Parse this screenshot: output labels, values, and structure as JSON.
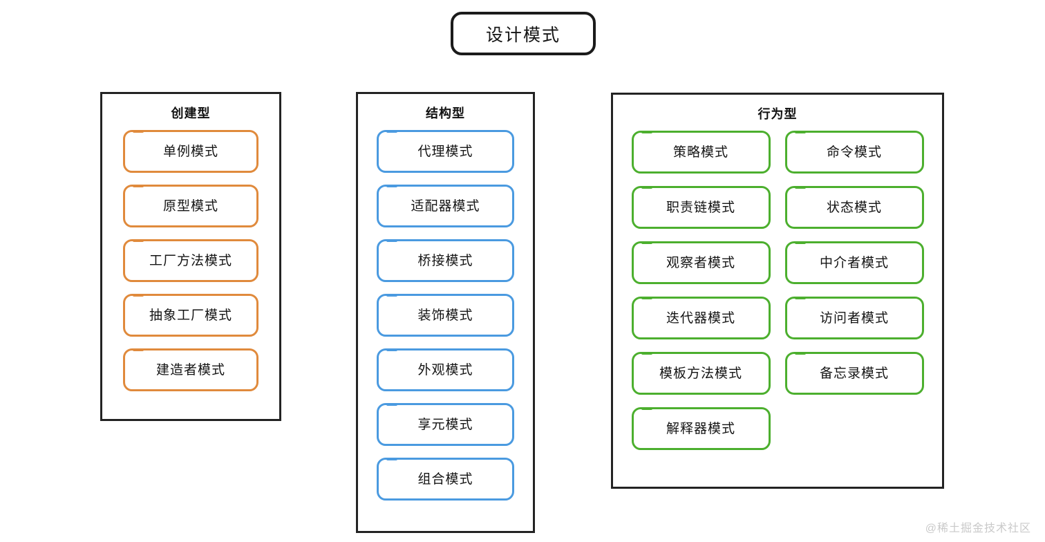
{
  "diagram": {
    "root": {
      "label": "设计模式"
    },
    "categories": [
      {
        "id": "creational",
        "title": "创建型",
        "color": "#e08a3c",
        "layout": "single-column",
        "items": [
          {
            "label": "单例模式"
          },
          {
            "label": "原型模式"
          },
          {
            "label": "工厂方法模式"
          },
          {
            "label": "抽象工厂模式"
          },
          {
            "label": "建造者模式"
          }
        ]
      },
      {
        "id": "structural",
        "title": "结构型",
        "color": "#4a9ae0",
        "layout": "single-column",
        "items": [
          {
            "label": "代理模式"
          },
          {
            "label": "适配器模式"
          },
          {
            "label": "桥接模式"
          },
          {
            "label": "装饰模式"
          },
          {
            "label": "外观模式"
          },
          {
            "label": "享元模式"
          },
          {
            "label": "组合模式"
          }
        ]
      },
      {
        "id": "behavioral",
        "title": "行为型",
        "color": "#4caf2e",
        "layout": "two-column",
        "items": [
          {
            "label": "策略模式"
          },
          {
            "label": "命令模式"
          },
          {
            "label": "职责链模式"
          },
          {
            "label": "状态模式"
          },
          {
            "label": "观察者模式"
          },
          {
            "label": "中介者模式"
          },
          {
            "label": "迭代器模式"
          },
          {
            "label": "访问者模式"
          },
          {
            "label": "模板方法模式"
          },
          {
            "label": "备忘录模式"
          },
          {
            "label": "解释器模式"
          }
        ]
      }
    ],
    "watermark": "@稀土掘金技术社区"
  }
}
